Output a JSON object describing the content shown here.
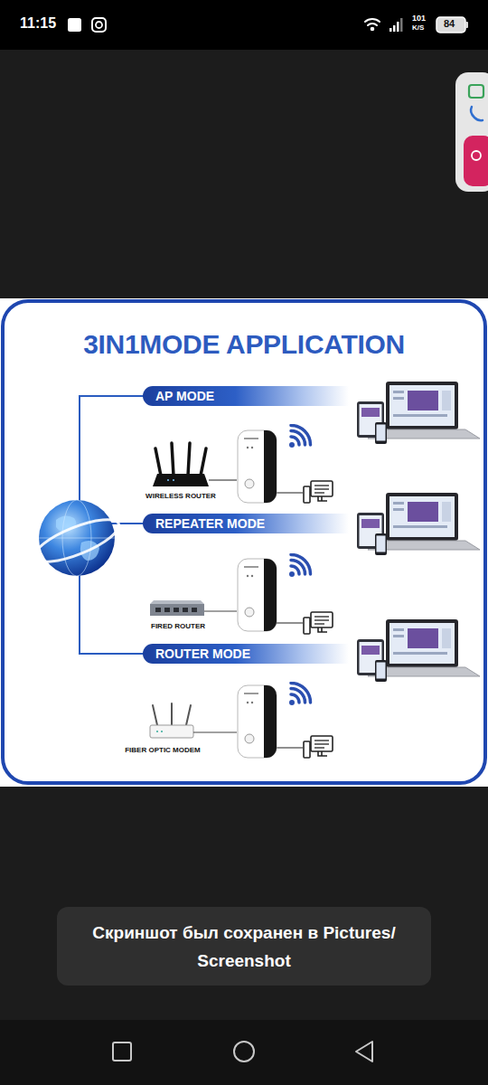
{
  "diagram": {
    "title": "3IN1MODE APPLICATION",
    "nodes": [
      {
        "text": [
          "AP MODE"
        ]
      },
      {
        "text": [
          "WIRELESS ROUTER"
        ]
      },
      {
        "text": [
          "REPEATER MODE"
        ]
      },
      {
        "text": [
          "FIRED ROUTER"
        ]
      },
      {
        "text": [
          "ROUTER MODE"
        ]
      },
      {
        "text": [
          "FIBER OPTIC MODEM"
        ]
      },
      {
        "text": [
          "Скриншот был сохранен в Pictures/ Screenshot"
        ]
      }
    ],
    "labels": [
      "11:15",
      "101",
      "K/S",
      "84"
    ]
  }
}
